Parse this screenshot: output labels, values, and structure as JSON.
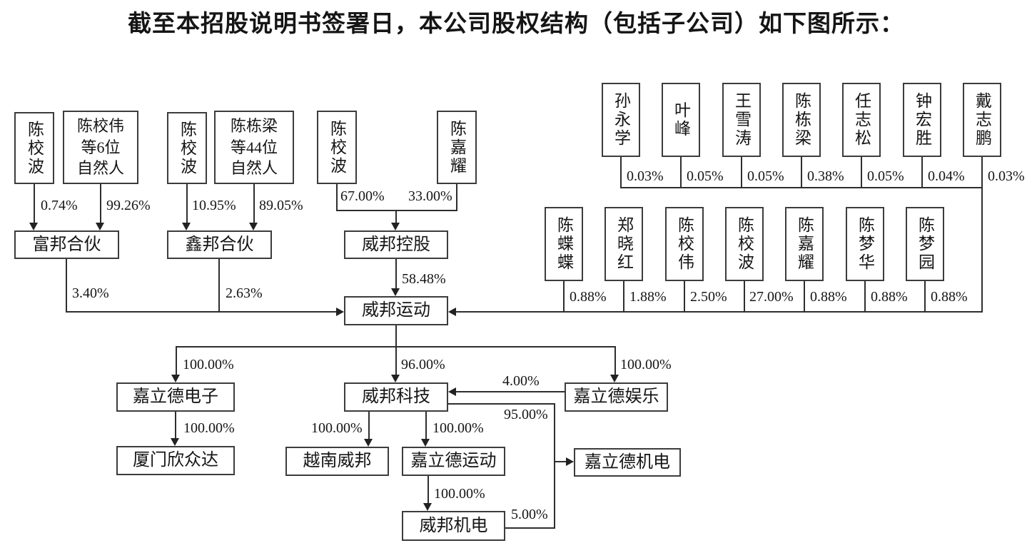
{
  "title": "截至本招股说明书签署日，本公司股权结构（包括子公司）如下图所示：",
  "individuals": {
    "chen_xiaobo": "陈校波",
    "chen_xiaowei_group": "陈校伟\n等6位\n自然人",
    "chen_dongliang_group": "陈栋梁\n等44位\n自然人",
    "chen_jiayao": "陈嘉耀"
  },
  "companies": {
    "fubang": "富邦合伙",
    "xinbang": "鑫邦合伙",
    "weibang_holding": "威邦控股",
    "weibang_sport": "威邦运动",
    "jialide_electronics": "嘉立德电子",
    "weibang_tech": "威邦科技",
    "jialide_entertainment": "嘉立德娱乐",
    "xiamen_xinzhongda": "厦门欣众达",
    "vietnam_weibang": "越南威邦",
    "jialide_sport": "嘉立德运动",
    "jialide_electromech": "嘉立德机电",
    "weibang_electromech": "威邦机电"
  },
  "row1": [
    {
      "name": "孙永学",
      "pct": "0.03%"
    },
    {
      "name": "叶峰",
      "pct": "0.05%"
    },
    {
      "name": "王雪涛",
      "pct": "0.05%"
    },
    {
      "name": "陈栋梁",
      "pct": "0.38%"
    },
    {
      "name": "任志松",
      "pct": "0.05%"
    },
    {
      "name": "钟宏胜",
      "pct": "0.04%"
    },
    {
      "name": "戴志鹏",
      "pct": "0.03%"
    }
  ],
  "row2": [
    {
      "name": "陈蝶蝶",
      "pct": "0.88%"
    },
    {
      "name": "郑晓红",
      "pct": "1.88%"
    },
    {
      "name": "陈校伟",
      "pct": "2.50%"
    },
    {
      "name": "陈校波",
      "pct": "27.00%"
    },
    {
      "name": "陈嘉耀",
      "pct": "0.88%"
    },
    {
      "name": "陈梦华",
      "pct": "0.88%"
    },
    {
      "name": "陈梦园",
      "pct": "0.88%"
    }
  ],
  "edges": {
    "chen_xiaobo_to_fubang": "0.74%",
    "chen_xiaowei_group_to_fubang": "99.26%",
    "chen_xiaobo_to_xinbang": "10.95%",
    "chen_dongliang_group_to_xinbang": "89.05%",
    "chen_xiaobo_to_weibang_holding": "67.00%",
    "chen_jiayao_to_weibang_holding": "33.00%",
    "weibang_holding_to_weibang_sport": "58.48%",
    "fubang_to_weibang_sport": "3.40%",
    "xinbang_to_weibang_sport": "2.63%",
    "weibang_sport_to_jialide_electronics": "100.00%",
    "weibang_sport_to_weibang_tech": "96.00%",
    "weibang_sport_to_jialide_entertainment": "100.00%",
    "jialide_electronics_to_xiamen_xinzhongda": "100.00%",
    "weibang_tech_to_vietnam_weibang": "100.00%",
    "weibang_tech_to_jialide_sport": "100.00%",
    "jialide_entertainment_to_weibang_tech": "4.00%",
    "weibang_tech_to_jialide_electromech": "95.00%",
    "jialide_sport_to_weibang_electromech": "100.00%",
    "weibang_electromech_to_jialide_electromech": "5.00%"
  }
}
